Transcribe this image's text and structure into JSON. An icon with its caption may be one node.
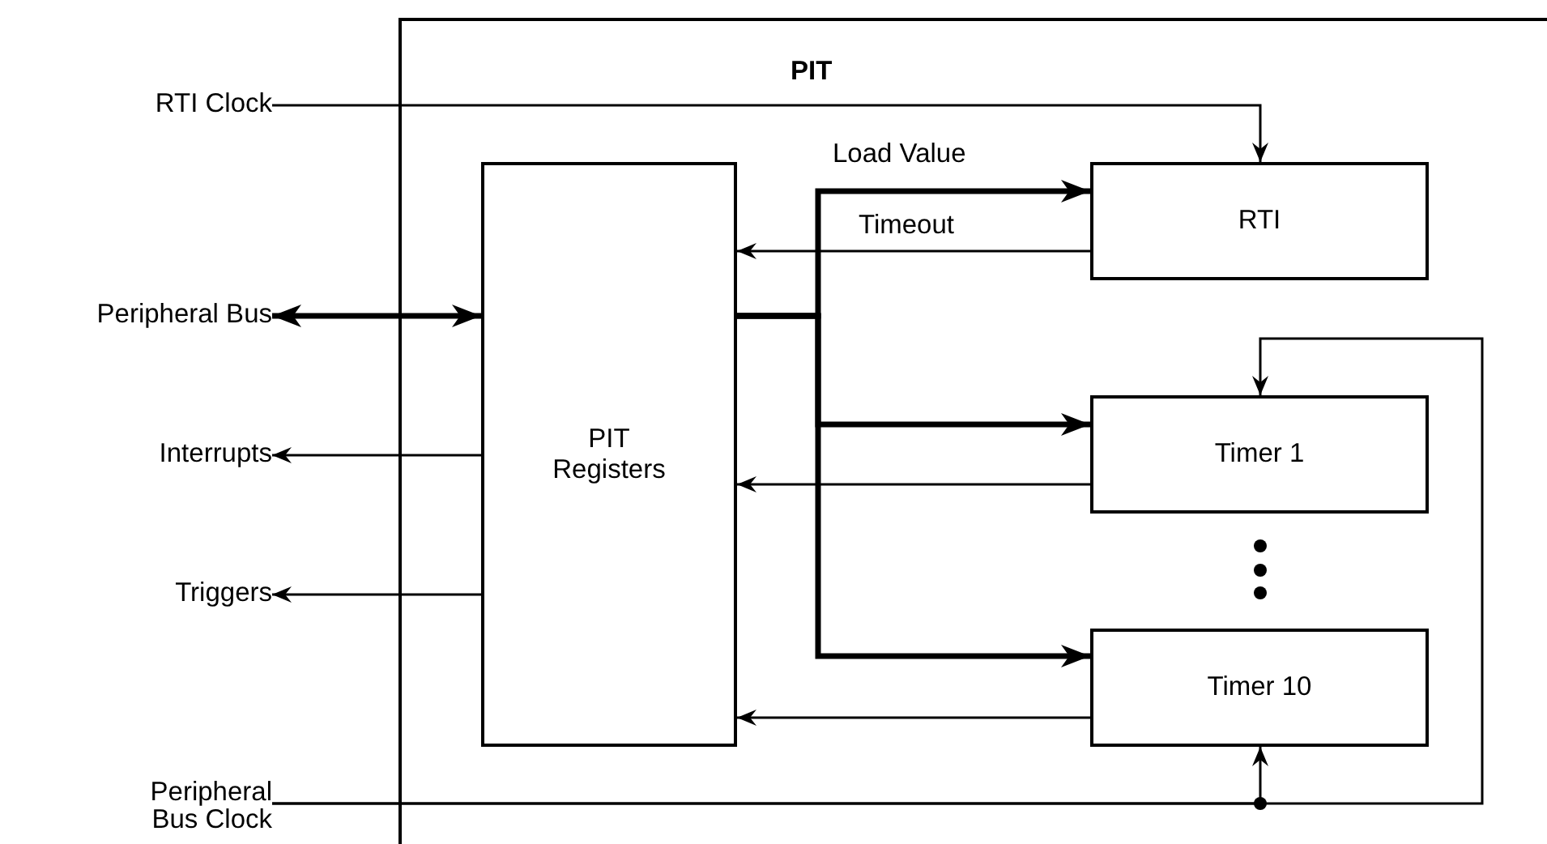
{
  "diagram": {
    "nodes": [
      {
        "text": [
          "PIT"
        ]
      },
      {
        "text": [
          "RTI Clock"
        ]
      },
      {
        "text": [
          "Peripheral Bus"
        ]
      },
      {
        "text": [
          "Interrupts"
        ]
      },
      {
        "text": [
          "Triggers"
        ]
      },
      {
        "text": [
          "Peripheral Bus Clock"
        ]
      },
      {
        "text": [
          "PIT Registers"
        ],
        "in": 0
      },
      {
        "text": [
          "RTI"
        ],
        "in": 0
      },
      {
        "text": [
          "Timer 1"
        ],
        "in": 0
      },
      {
        "text": [
          "Timer 10"
        ],
        "in": 0
      }
    ],
    "edges": [
      {
        "from": 1,
        "to": 7,
        "arrow": "to"
      },
      {
        "from": 2,
        "to": 6,
        "arrow": "both",
        "style": "thick"
      },
      {
        "from": 6,
        "to": 3,
        "arrow": "to"
      },
      {
        "from": 6,
        "to": 4,
        "arrow": "to"
      },
      {
        "from": 6,
        "to": 7,
        "arrow": "to",
        "label": "Load Value",
        "style": "thick"
      },
      {
        "from": 7,
        "to": 6,
        "arrow": "to",
        "label": "Timeout"
      },
      {
        "from": 6,
        "to": 8,
        "arrow": "to",
        "style": "thick"
      },
      {
        "from": 8,
        "to": 6,
        "arrow": "to"
      },
      {
        "from": 6,
        "to": 9,
        "arrow": "to",
        "style": "thick"
      },
      {
        "from": 9,
        "to": 6,
        "arrow": "to"
      },
      {
        "from": 5,
        "to": 9,
        "arrow": "to"
      },
      {
        "from": 5,
        "to": 8,
        "arrow": "to"
      }
    ]
  }
}
